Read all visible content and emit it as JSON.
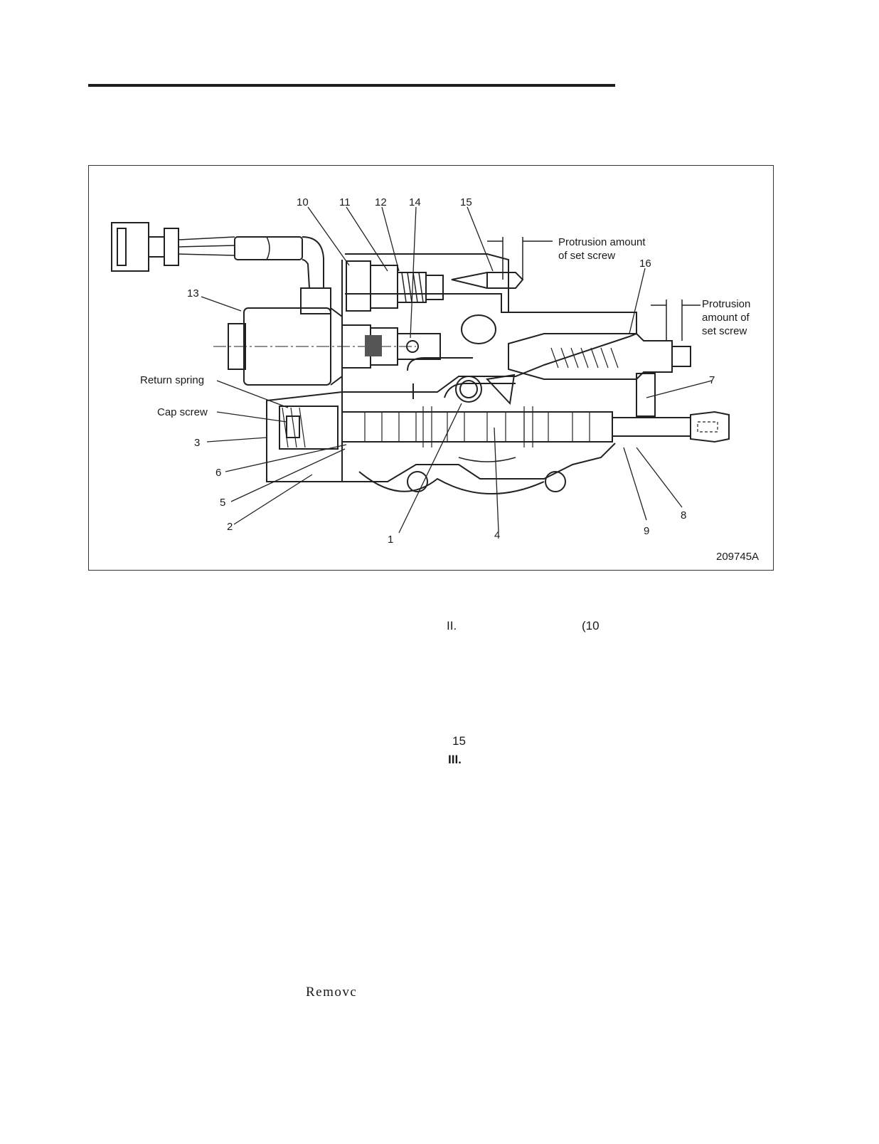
{
  "figure": {
    "part_numbers": [
      "1",
      "2",
      "3",
      "4",
      "5",
      "6",
      "7",
      "8",
      "9",
      "10",
      "11",
      "12",
      "13",
      "14",
      "15",
      "16"
    ],
    "callouts": {
      "return_spring": "Return spring",
      "cap_screw": "Cap screw",
      "protrusion_top_line1": "Protrusion amount",
      "protrusion_top_line2": "of set screw",
      "protrusion_right_line1": "Protrusion",
      "protrusion_right_line2": "amount of",
      "protrusion_right_line3": "set screw"
    },
    "figure_id": "209745A"
  },
  "body_text": {
    "step_ii": "II.",
    "step_ii_ref": "(10",
    "ref_15": "15",
    "step_iii": "III.",
    "remove_word": "Removc"
  }
}
